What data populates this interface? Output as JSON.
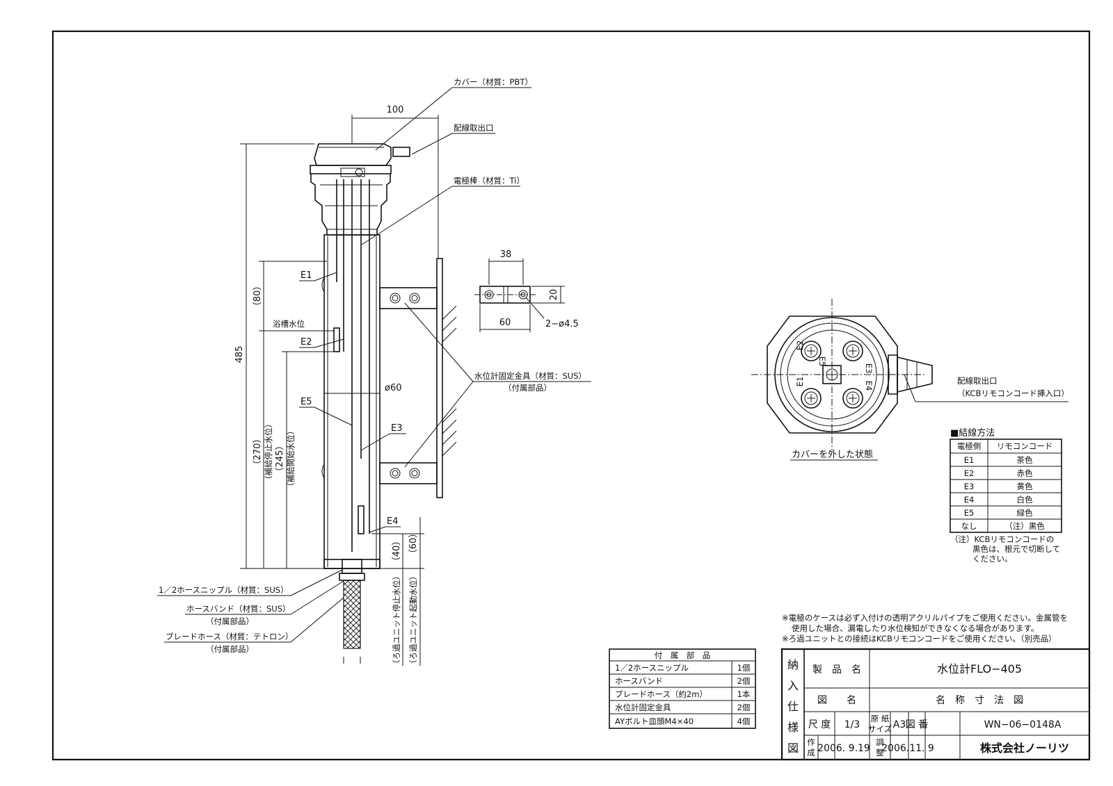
{
  "labels": {
    "cover": "カバー（材質：PBT）",
    "wire_outlet": "配線取出口",
    "electrode_rod": "電極棒（材質：Ti）",
    "bath_level": "浴槽水位",
    "bracket": "水位計固定金具（材質：SUS）",
    "bracket_note": "（付属部品）",
    "hose_nipple": "1／2ホースニップル（材質：SUS）",
    "hose_band": "ホースバンド（材質：SUS）",
    "hose_band_note": "（付属部品）",
    "braided_hose": "ブレードホース（材質：テトロン）",
    "braided_hose_note": "（付属部品）",
    "wire_outlet_right": "配線取出口",
    "wire_outlet_right_note": "（KCBリモコンコード挿入口）",
    "cover_removed": "カバーを外した状態"
  },
  "electrodes": {
    "e1": "E1",
    "e2": "E2",
    "e3": "E3",
    "e4": "E4",
    "e5": "E5"
  },
  "dimensions": {
    "width_100": "100",
    "height_485": "485",
    "d80": "（80）",
    "d270": "（270）",
    "d270_note": "（補給停止水位）",
    "d245": "（245）",
    "d245_note": "（補給開始水位）",
    "d40": "（40）",
    "d40_note": "（ろ過ユニット停止水位）",
    "d60": "（60）",
    "d60_note": "（ろ過ユニット起動水位）",
    "phi60": "ø60",
    "w38": "38",
    "h20": "20",
    "w60": "60",
    "holes": "2−ø4.5"
  },
  "wiring": {
    "title": "■結線方法",
    "headers": [
      "電極側",
      "リモコンコード"
    ],
    "rows": [
      [
        "E1",
        "茶色"
      ],
      [
        "E2",
        "赤色"
      ],
      [
        "E3",
        "黄色"
      ],
      [
        "E4",
        "白色"
      ],
      [
        "E5",
        "緑色"
      ],
      [
        "なし",
        "（注）黒色"
      ]
    ],
    "note_1": "（注）KCBリモコンコードの",
    "note_2": "黒色は、根元で切断して",
    "note_3": "ください。"
  },
  "notes": {
    "n1": "※電極のケースは必ず入付けの透明アクリルパイプをご使用ください。金属管を",
    "n2": "使用した場合、漏電したり水位検知ができなくなる場合があります。",
    "n3": "※ろ過ユニットとの接続はKCBリモコンコードをご使用ください。（別売品）"
  },
  "accessories": {
    "title": "付　属　部　品",
    "rows": [
      [
        "1／2ホースニップル",
        "1個"
      ],
      [
        "ホースバンド",
        "2個"
      ],
      [
        "ブレードホース（約2m）",
        "1本"
      ],
      [
        "水位計固定金具",
        "2個"
      ],
      [
        "AYボルト皿頭M4×40",
        "4個"
      ]
    ]
  },
  "title_block": {
    "side": [
      "納",
      "入",
      "仕",
      "様",
      "図"
    ],
    "product_label": "製　品　名",
    "product_value": "水位計FLO−405",
    "drawing_label": "図　　名",
    "drawing_value": "名　称　寸　法　図",
    "scale_label": "尺 度",
    "scale_value": "1/3",
    "paper_label_1": "原 紙",
    "paper_label_2": "サイズ",
    "paper_value": "A3",
    "number_label": "図 番",
    "number_value": "WN−06−0148A",
    "made_label_1": "作",
    "made_label_2": "成",
    "made_date": "2006. 9.19",
    "adj_label_1": "調",
    "adj_label_2": "整",
    "adj_date": "2006.11. 9",
    "company": "株式会社ノーリツ"
  }
}
